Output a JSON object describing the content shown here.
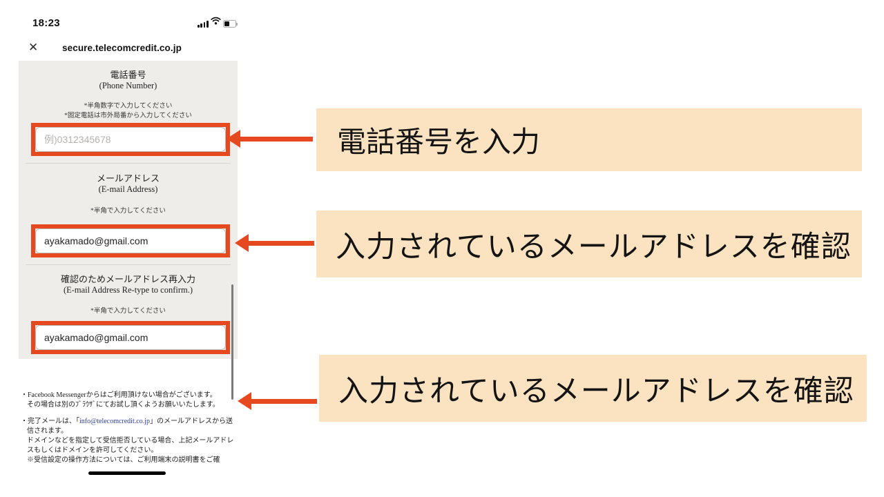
{
  "status_bar": {
    "time": "18:23"
  },
  "browser": {
    "close_glyph": "✕",
    "url": "secure.telecomcredit.co.jp"
  },
  "form": {
    "sections": [
      {
        "title": "電話番号",
        "subtitle": "(Phone Number)",
        "notes": [
          "*半角数字で入力してください",
          "*固定電話は市外局番から入力してください"
        ],
        "input": {
          "placeholder": "例)0312345678",
          "value": ""
        }
      },
      {
        "title": "メールアドレス",
        "subtitle": "(E-mail Address)",
        "notes": [
          "*半角で入力してください"
        ],
        "input": {
          "placeholder": "",
          "value": "ayakamado@gmail.com"
        }
      },
      {
        "title": "確認のためメールアドレス再入力",
        "subtitle": "(E-mail Address Re-type to confirm.)",
        "notes": [
          "*半角で入力してください"
        ],
        "input": {
          "placeholder": "",
          "value": "ayakamado@gmail.com"
        }
      }
    ],
    "footer_notes": {
      "note1_line1": "・Facebook Messengerからはご利用頂けない場合がございます。",
      "note1_line2": "その場合は別のﾌﾞﾗｳｻﾞにてお試し頂くようお願いいたします。",
      "note2_prefix": "・完了メールは、「",
      "note2_link": "info@telecomcredit.co.jp",
      "note2_suffix": "」のメールアドレスから送信されます。",
      "note2_line2": "ドメインなどを指定して受信拒否している場合、上記メールアドレスもしくはドメインを許可してください。",
      "note3": "※受信設定の操作方法については、ご利用端末の説明書をご確"
    }
  },
  "annotations": [
    {
      "label": "電話番号を入力"
    },
    {
      "label": "入力されているメールアドレスを確認"
    },
    {
      "label": "入力されているメールアドレスを確認"
    }
  ],
  "colors": {
    "highlight_orange": "#e6491f",
    "callout_bg": "#fbe3c1",
    "panel_bg": "#efede9",
    "link_blue": "#2b3a9e"
  }
}
